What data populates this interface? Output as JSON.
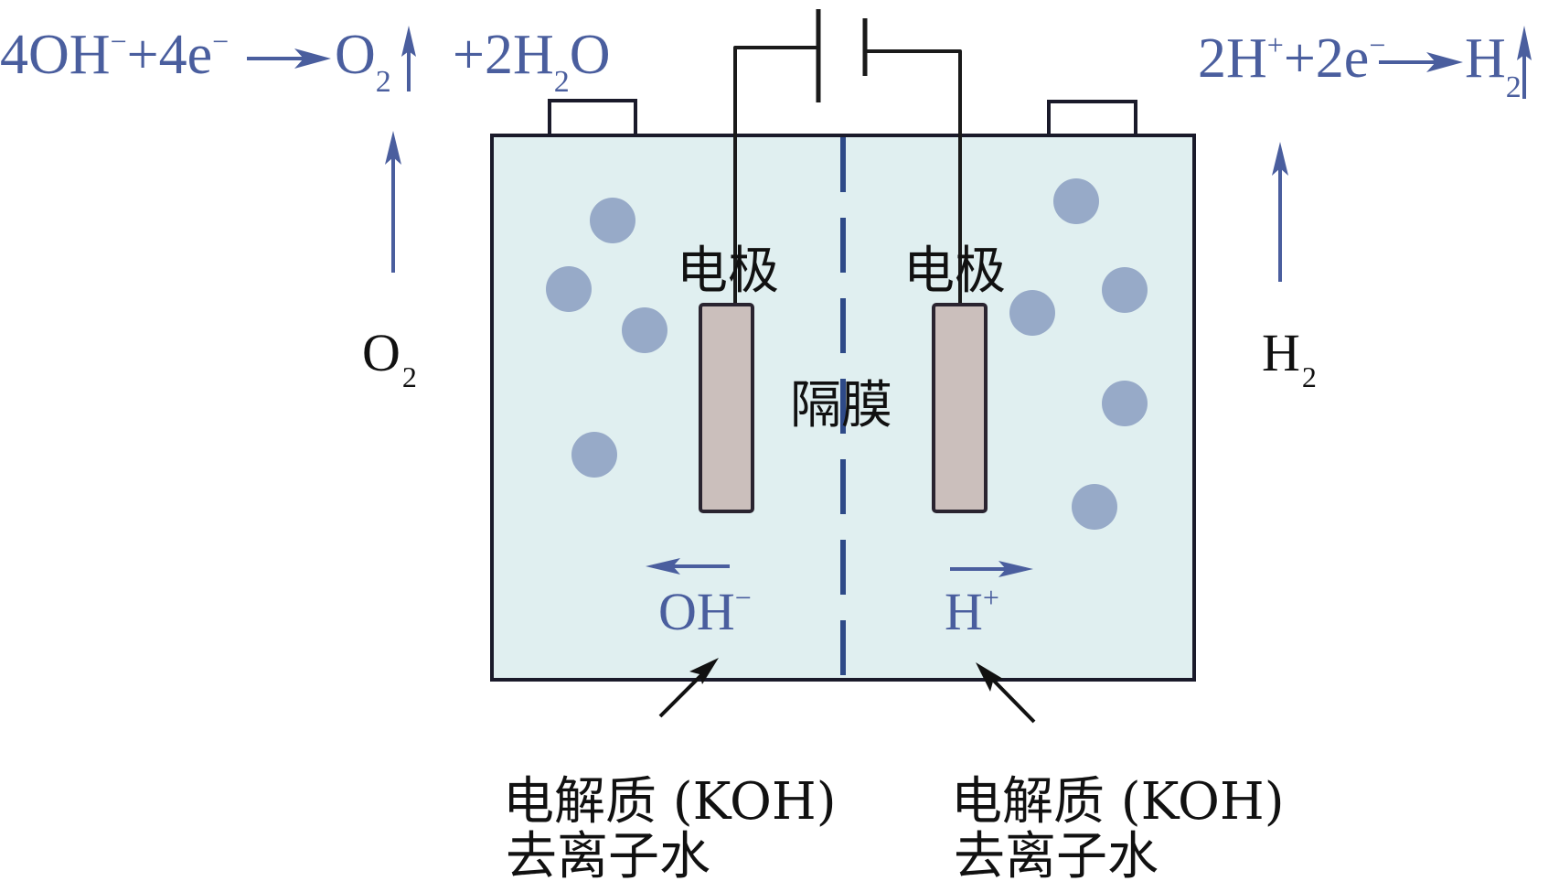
{
  "colors": {
    "accent_blue": "#4a5e9e",
    "electrolyte_fill": "#e0eff0",
    "bubble": "#97aac8",
    "electrode_fill": "#cbbfbc",
    "outline": "#1a1a2a",
    "membrane": "#2e4a88",
    "text_black": "#111111"
  },
  "anode_equation": {
    "reactant1": "4OH",
    "reactant1_charge": "−",
    "plus1": "+4e",
    "electron_charge": "−",
    "product_main": "O",
    "product_sub": "2",
    "gas_arrow": "↑",
    "product_extra_prefix": "+2H",
    "product_extra_sub": "2",
    "product_extra_suffix": "O"
  },
  "cathode_equation": {
    "reactant1": "2H",
    "reactant1_charge": "+",
    "plus1": "+2e",
    "electron_charge": "−",
    "product_main": "H",
    "product_sub": "2",
    "gas_arrow": "↑"
  },
  "gas_labels": {
    "left": {
      "main": "O",
      "sub": "2"
    },
    "right": {
      "main": "H",
      "sub": "2"
    }
  },
  "electrode_label": "电极",
  "membrane_label": "隔膜",
  "ion_labels": {
    "left": {
      "main": "OH",
      "charge": "−",
      "direction": "left"
    },
    "right": {
      "main": "H",
      "charge": "+",
      "direction": "right"
    }
  },
  "electrolyte_labels": {
    "left": {
      "line1": "电解质 (KOH)",
      "line2": "去离子水"
    },
    "right": {
      "line1": "电解质 (KOH)",
      "line2": "去离子水"
    }
  },
  "bubbles": {
    "left_count": 4,
    "right_count": 5
  }
}
